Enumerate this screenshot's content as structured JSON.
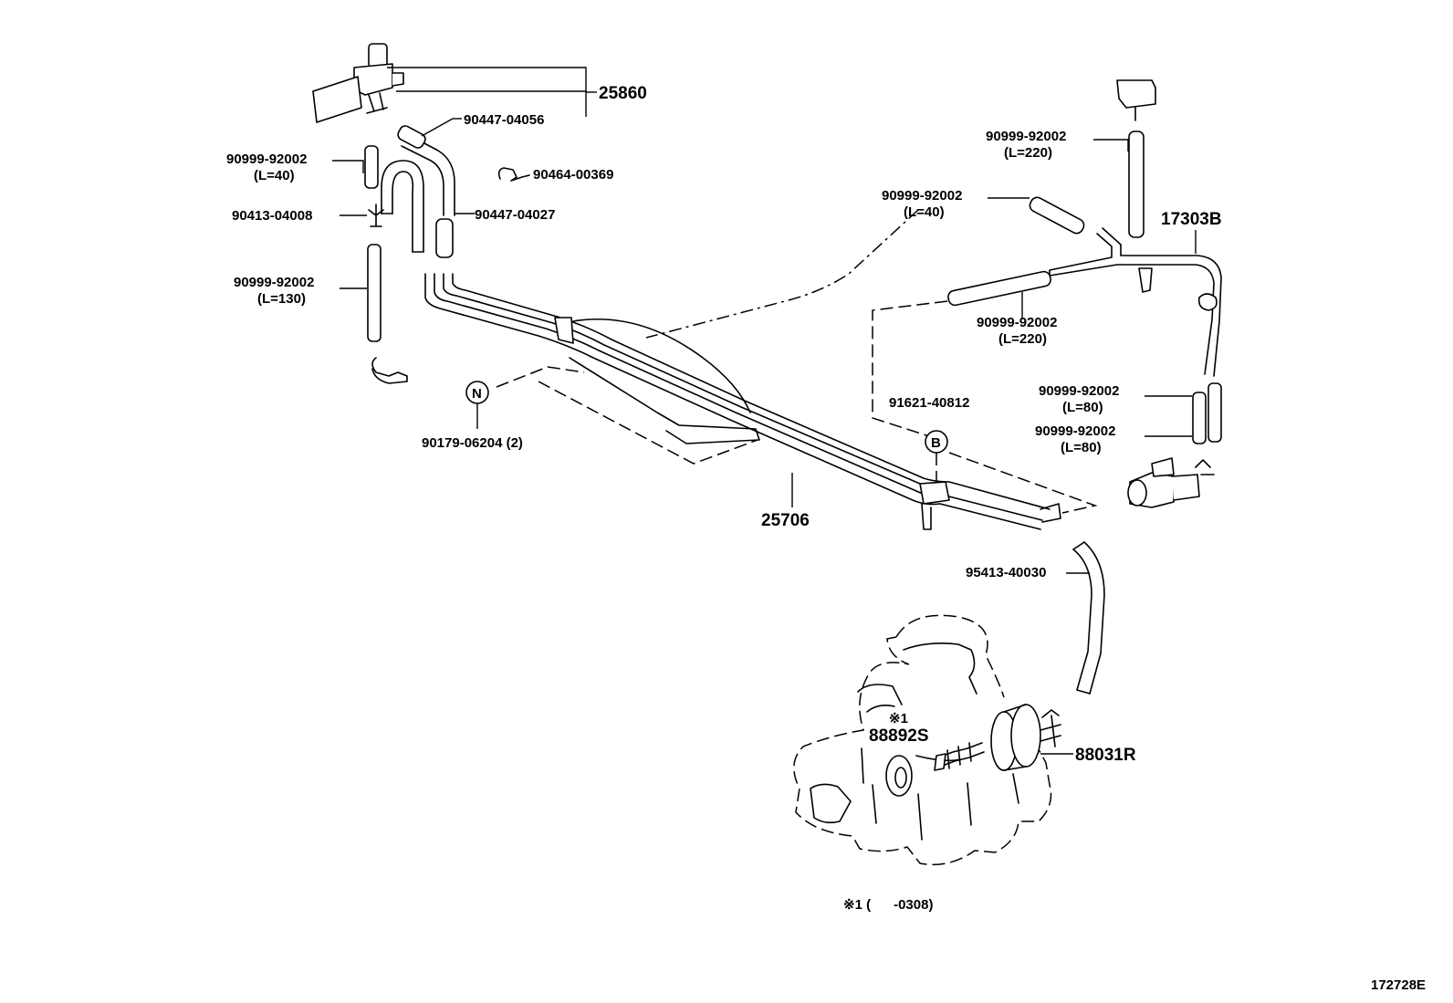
{
  "diagram": {
    "figure_id": "172728E",
    "note": "※1 (      -0308)",
    "callouts": {
      "c25860": "25860",
      "c9044704056": "90447-04056",
      "c9046400369": "90464-00369",
      "c9044704027": "90447-04027",
      "c9041304008": "90413-04008",
      "hose_l40_left": {
        "part": "90999-92002",
        "length": "(L=40)"
      },
      "hose_l130": {
        "part": "90999-92002",
        "length": "(L=130)"
      },
      "n_marker": "N",
      "c9017906204": "90179-06204 (2)",
      "c25706": "25706",
      "hose_l220_top": {
        "part": "90999-92002",
        "length": "(L=220)"
      },
      "hose_l40_right": {
        "part": "90999-92002",
        "length": "(L=40)"
      },
      "c17303b": "17303B",
      "hose_l220_mid": {
        "part": "90999-92002",
        "length": "(L=220)"
      },
      "hose_l80_a": {
        "part": "90999-92002",
        "length": "(L=80)"
      },
      "hose_l80_b": {
        "part": "90999-92002",
        "length": "(L=80)"
      },
      "c9162140812": "91621-40812",
      "b_marker": "B",
      "c9541340030": "95413-40030",
      "note_mark": "※1",
      "c88892s": "88892S",
      "c88031r": "88031R"
    }
  }
}
